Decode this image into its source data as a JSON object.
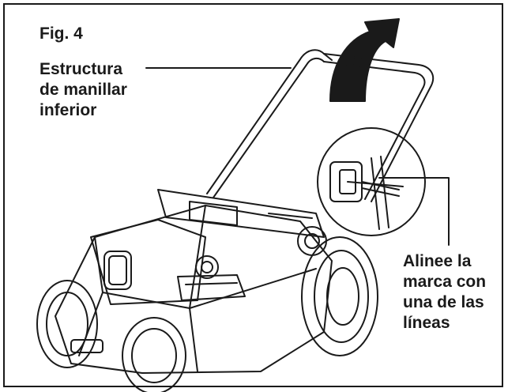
{
  "figure": {
    "number": "Fig. 4"
  },
  "callouts": {
    "left": {
      "lines": [
        "Estructura",
        "de manillar",
        "inferior"
      ]
    },
    "right": {
      "lines": [
        "Alinee la",
        "marca con",
        "una de las",
        "líneas"
      ]
    }
  },
  "colors": {
    "ink": "#1a1a1a",
    "background": "#ffffff"
  }
}
